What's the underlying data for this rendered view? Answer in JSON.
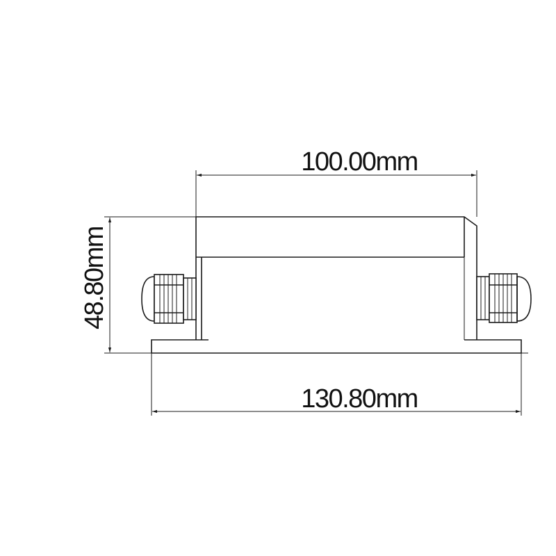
{
  "dimensions": {
    "top_width": "100.00mm",
    "overall_width": "130.80mm",
    "height": "48.80mm"
  },
  "colors": {
    "line": "#1a1a1a",
    "background": "#ffffff"
  }
}
